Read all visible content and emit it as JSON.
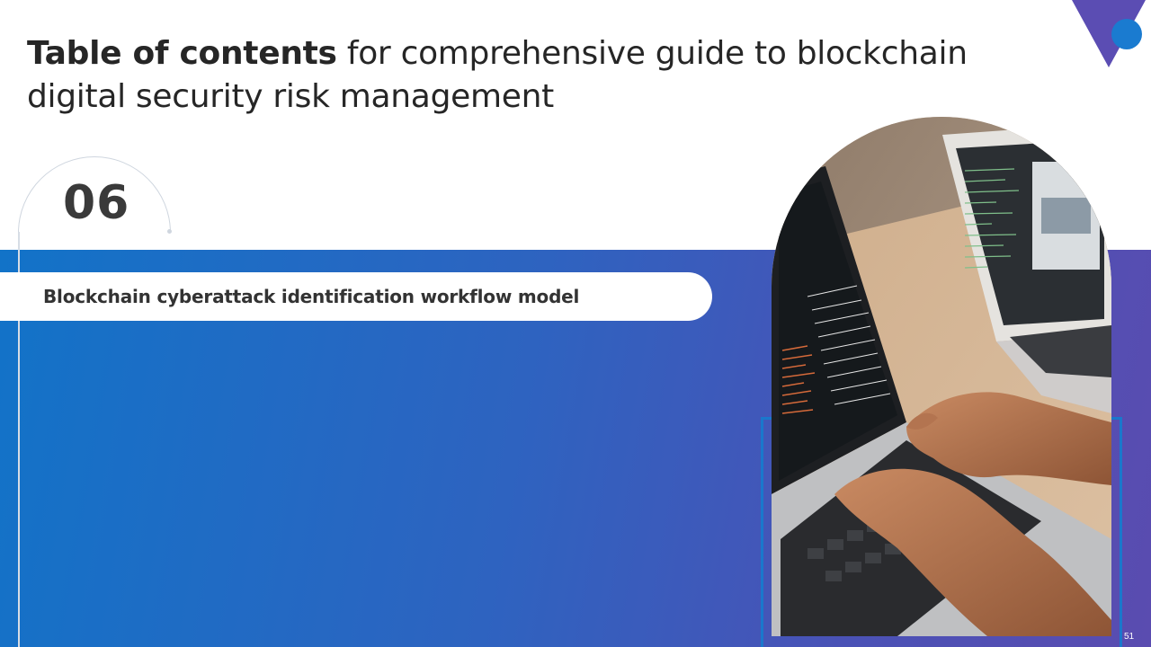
{
  "slide": {
    "title_bold": "Table of contents",
    "title_rest": " for comprehensive guide to blockchain digital security risk management",
    "section_number": "06",
    "item_label": "Blockchain cyberattack identification workflow model",
    "page_number": "51"
  },
  "colors": {
    "band_start": "#1273c8",
    "band_end": "#5a4cb0",
    "corner_triangle": "#5b4db3",
    "corner_circle": "#1a7bd0"
  },
  "image": {
    "icon": "laptop-typing-photo"
  }
}
